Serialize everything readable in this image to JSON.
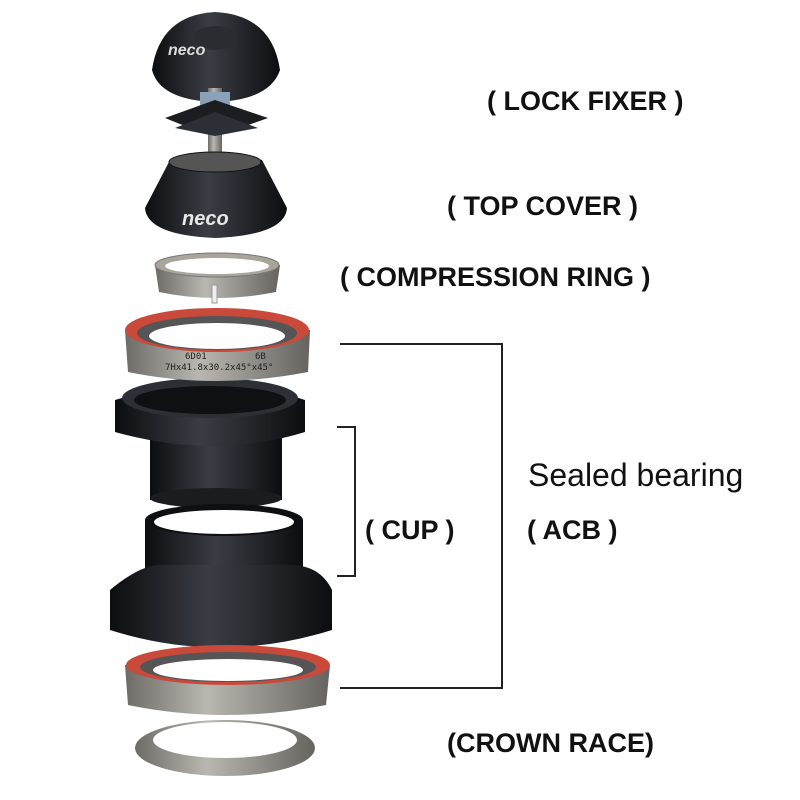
{
  "labels": {
    "lock_fixer": "( LOCK FIXER )",
    "top_cover": "( TOP COVER )",
    "compression_ring": "( COMPRESSION RING )",
    "cup": "( CUP )",
    "sealed_bearing": "Sealed bearing",
    "acb": "( ACB )",
    "crown_race": "(CROWN RACE)"
  },
  "product_markings": {
    "brand": "neco",
    "bearing_code_1": "6D01",
    "bearing_code_2": "6B",
    "bearing_spec": "7Hx41.8x30.2x45°x45°"
  },
  "colors": {
    "black_part": "#1a1c20",
    "steel": "#8e8c86",
    "seal_red": "#c9493a"
  }
}
